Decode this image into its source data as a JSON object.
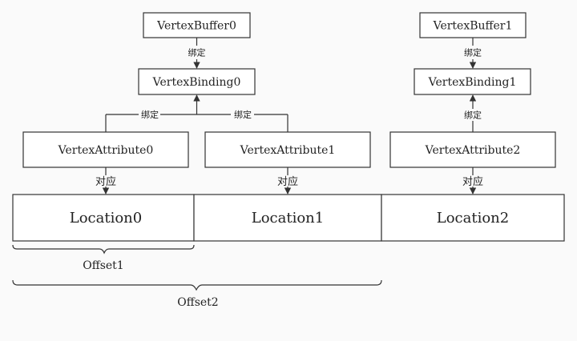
{
  "buffers": [
    "VertexBuffer0",
    "VertexBuffer1"
  ],
  "bindings": [
    "VertexBinding0",
    "VertexBinding1"
  ],
  "attributes": [
    "VertexAttribute0",
    "VertexAttribute1",
    "VertexAttribute2"
  ],
  "locations": [
    "Location0",
    "Location1",
    "Location2"
  ],
  "edge_labels": {
    "bind": "绑定",
    "correspond": "对应"
  },
  "offsets": [
    "Offset1",
    "Offset2"
  ],
  "colors": {
    "stroke": "#333333",
    "box_fill": "#ffffff",
    "background": "#fafafa"
  }
}
